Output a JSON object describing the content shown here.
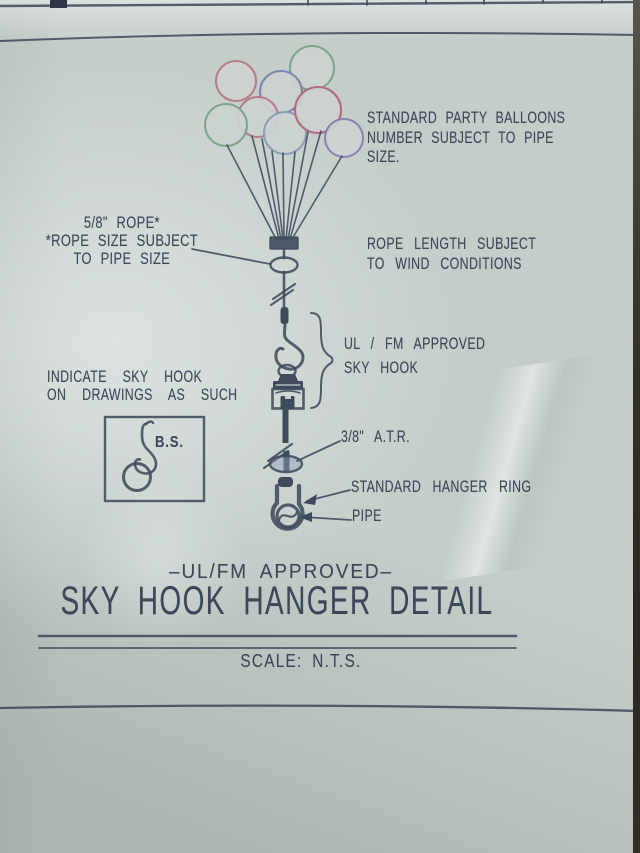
{
  "photo": {
    "paper_color": "#c5cdc9",
    "ink_color": "#3f4b5d",
    "photo_edge_color": "#322d26"
  },
  "titleblock": {
    "approved": "–UL/FM APPROVED–",
    "title": "SKY HOOK HANGER DETAIL",
    "scale": "SCALE: N.T.S."
  },
  "notes": {
    "balloons": [
      "STANDARD PARTY BALLOONS",
      "NUMBER SUBJECT TO PIPE",
      "SIZE."
    ],
    "rope_size": [
      "5/8\" ROPE*",
      "*ROPE SIZE SUBJECT",
      "TO PIPE SIZE"
    ],
    "rope_length": [
      "ROPE LENGTH SUBJECT",
      "TO WIND CONDITIONS"
    ],
    "sky_hook": [
      "UL / FM APPROVED",
      "SKY HOOK"
    ],
    "atr": "3/8\" A.T.R.",
    "indicate": [
      "INDICATE SKY HOOK",
      "ON DRAWINGS AS SUCH"
    ],
    "bs": "B.S.",
    "hanger_ring": "STANDARD HANGER RING",
    "pipe": "PIPE"
  },
  "drawing": {
    "balloons": [
      {
        "name": "balloon-pink-top-left",
        "color": "#b4717f"
      },
      {
        "name": "balloon-green-top-right",
        "color": "#6fa080"
      },
      {
        "name": "balloon-blue-top-middle",
        "color": "#707cae"
      },
      {
        "name": "balloon-pink-middle",
        "color": "#b4717f"
      },
      {
        "name": "balloon-green-left",
        "color": "#6fa080"
      },
      {
        "name": "balloon-lightblue-center",
        "color": "#7e9cba"
      },
      {
        "name": "balloon-rose-right",
        "color": "#b05e72"
      },
      {
        "name": "balloon-purple-right",
        "color": "#8278b0"
      }
    ],
    "rope_loop_fill": "#8ba1c0"
  }
}
